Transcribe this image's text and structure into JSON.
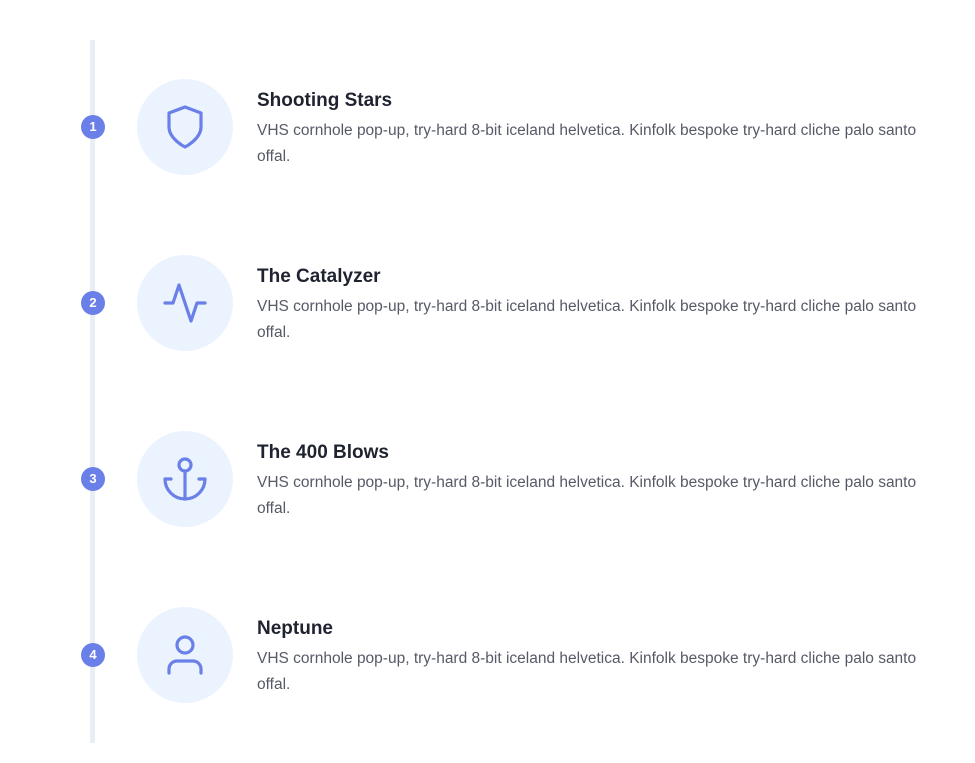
{
  "steps": [
    {
      "number": "1",
      "icon": "shield-icon",
      "title": "Shooting Stars",
      "description": "VHS cornhole pop-up, try-hard 8-bit iceland helvetica. Kinfolk bespoke try-hard cliche palo santo offal."
    },
    {
      "number": "2",
      "icon": "activity-icon",
      "title": "The Catalyzer",
      "description": "VHS cornhole pop-up, try-hard 8-bit iceland helvetica. Kinfolk bespoke try-hard cliche palo santo offal."
    },
    {
      "number": "3",
      "icon": "anchor-icon",
      "title": "The 400 Blows",
      "description": "VHS cornhole pop-up, try-hard 8-bit iceland helvetica. Kinfolk bespoke try-hard cliche palo santo offal."
    },
    {
      "number": "4",
      "icon": "user-icon",
      "title": "Neptune",
      "description": "VHS cornhole pop-up, try-hard 8-bit iceland helvetica. Kinfolk bespoke try-hard cliche palo santo offal."
    }
  ],
  "colors": {
    "accent": "#6a80e8",
    "icon_bg": "#ebf3fe",
    "line": "#e8eef5",
    "title": "#1f2330",
    "text": "#555a66"
  }
}
